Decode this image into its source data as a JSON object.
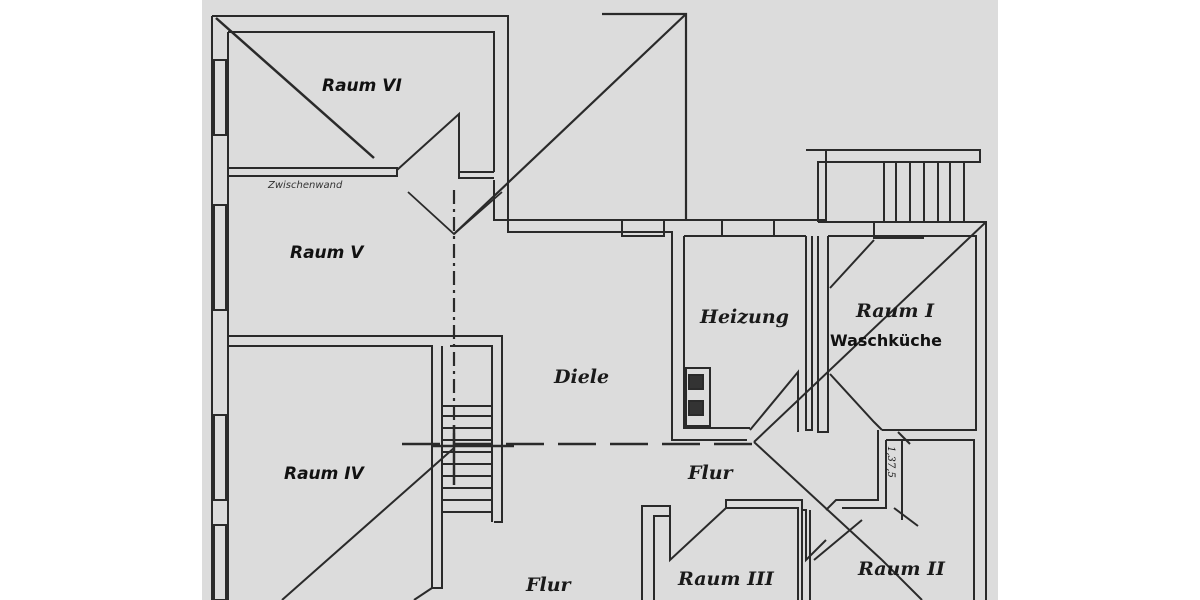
{
  "plan": {
    "background": "#dcdcdc",
    "line_color": "#2a2a2a",
    "rooms": [
      {
        "id": "raum-vi",
        "label": "Raum VI"
      },
      {
        "id": "raum-v",
        "label": "Raum V"
      },
      {
        "id": "raum-iv",
        "label": "Raum IV"
      },
      {
        "id": "diele",
        "label": "Diele"
      },
      {
        "id": "heizung",
        "label": "Heizung"
      },
      {
        "id": "raum-i",
        "label": "Raum I"
      },
      {
        "id": "raum-i-sub",
        "label": "Waschküche"
      },
      {
        "id": "flur-1",
        "label": "Flur"
      },
      {
        "id": "flur-2",
        "label": "Flur"
      },
      {
        "id": "raum-iii",
        "label": "Raum III"
      },
      {
        "id": "raum-ii",
        "label": "Raum II"
      }
    ],
    "annotations": {
      "zwischenwand": "Zwischenwand",
      "dimension": "1,37,5"
    }
  }
}
